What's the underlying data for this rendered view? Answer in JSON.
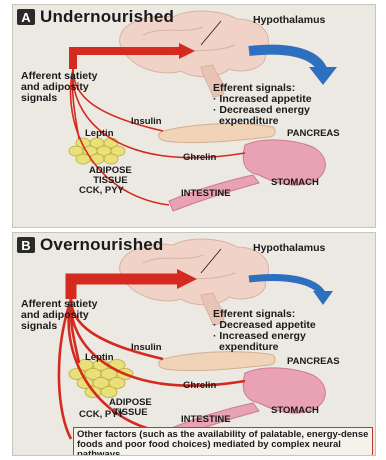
{
  "panel_a": {
    "badge": "A",
    "title": "Undernourished",
    "hypothalamus": "Hypothalamus",
    "afferent": [
      "Afferent satiety",
      "and adiposity",
      "signals"
    ],
    "efferent_title": "Efferent signals:",
    "efferent_items": [
      "· Increased appetite",
      "· Decreased energy",
      "  expenditure"
    ],
    "insulin": "Insulin",
    "leptin": "Leptin",
    "pancreas": "PANCREAS",
    "adipose": [
      "ADIPOSE",
      "TISSUE"
    ],
    "ghrelin": "Ghrelin",
    "stomach": "STOMACH",
    "cck": "CCK, PYY",
    "intestine": "INTESTINE"
  },
  "panel_b": {
    "badge": "B",
    "title": "Overnourished",
    "hypothalamus": "Hypothalamus",
    "afferent": [
      "Afferent satiety",
      "and adiposity",
      "signals"
    ],
    "efferent_title": "Efferent signals:",
    "efferent_items": [
      "· Decreased appetite",
      "· Increased energy",
      "  expenditure"
    ],
    "insulin": "Insulin",
    "leptin": "Leptin",
    "pancreas": "PANCREAS",
    "adipose": [
      "ADIPOSE",
      "TISSUE"
    ],
    "ghrelin": "Ghrelin",
    "stomach": "STOMACH",
    "cck": "CCK, PYY",
    "intestine": "INTESTINE",
    "note": "Other factors (such as the availability of palatable, energy-dense foods and poor food choices) mediated by complex neural pathways"
  },
  "colors": {
    "afferent": "#d42a20",
    "efferent": "#2f6fbf",
    "brain": "#f0d2c6",
    "stomach": "#e8a2b4",
    "adipose": "#e9e07a",
    "pancreas": "#f1d3b8"
  }
}
